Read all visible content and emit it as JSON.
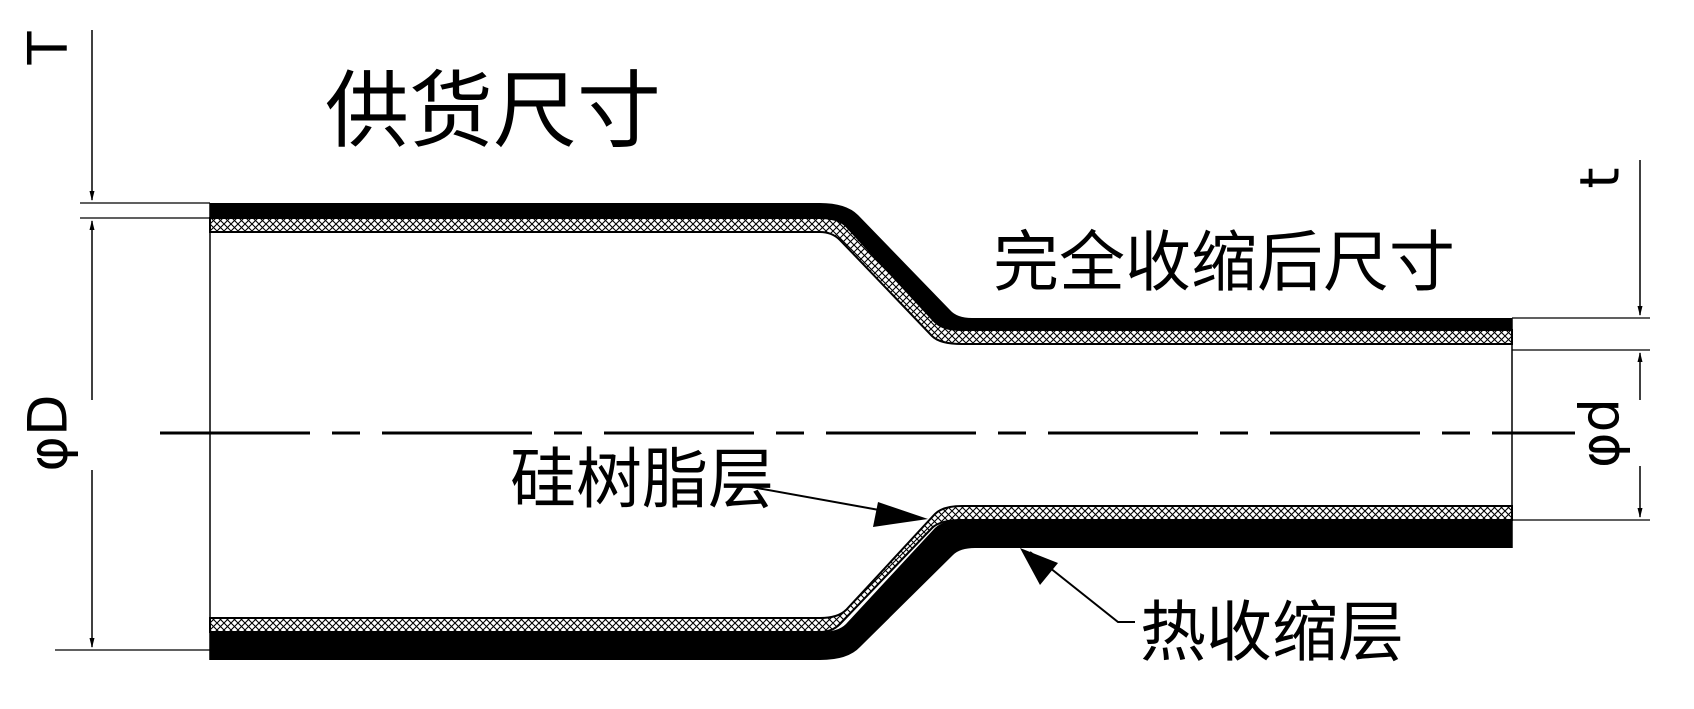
{
  "labels": {
    "supply_size": "供货尺寸",
    "recovered_size": "完全收缩后尺寸",
    "silicone_layer": "硅树脂层",
    "heat_shrink_layer": "热收缩层"
  },
  "dimensions": {
    "wall_thickness_supplied": "T",
    "inner_diameter_supplied": "φD",
    "wall_thickness_recovered": "t",
    "inner_diameter_recovered": "φd"
  },
  "colors": {
    "ink": "#000000",
    "background": "#ffffff"
  }
}
